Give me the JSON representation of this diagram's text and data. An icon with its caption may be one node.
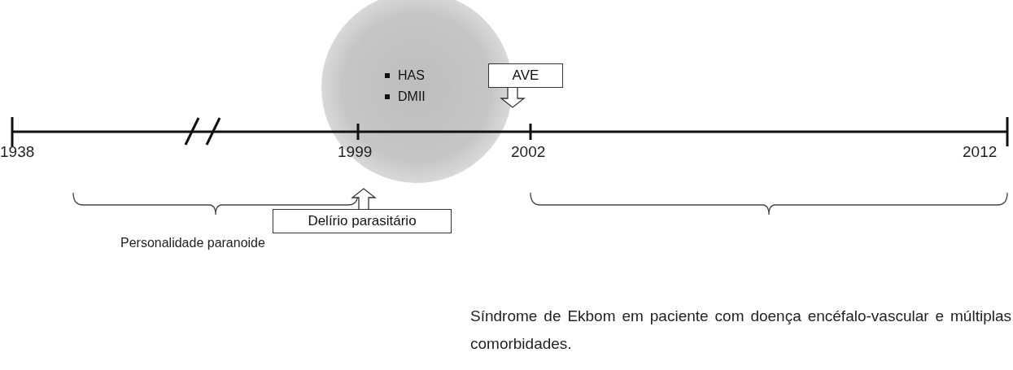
{
  "diagram": {
    "nodes": [
      {
        "text": [
          "HAS",
          "DMII"
        ]
      },
      {
        "text": [
          "AVE"
        ]
      },
      {
        "text": [
          "Delírio parasitário"
        ]
      }
    ],
    "edges": [
      {
        "from": 1,
        "to": null,
        "arrow": "to"
      },
      {
        "from": 2,
        "to": null,
        "arrow": "to"
      }
    ],
    "labels": [
      "1938",
      "1999",
      "2002",
      "2012",
      "Personalidade paranoide",
      "Síndrome de Ekbom em paciente com doença encéfalo-vascular e múltiplas comorbidades."
    ]
  }
}
